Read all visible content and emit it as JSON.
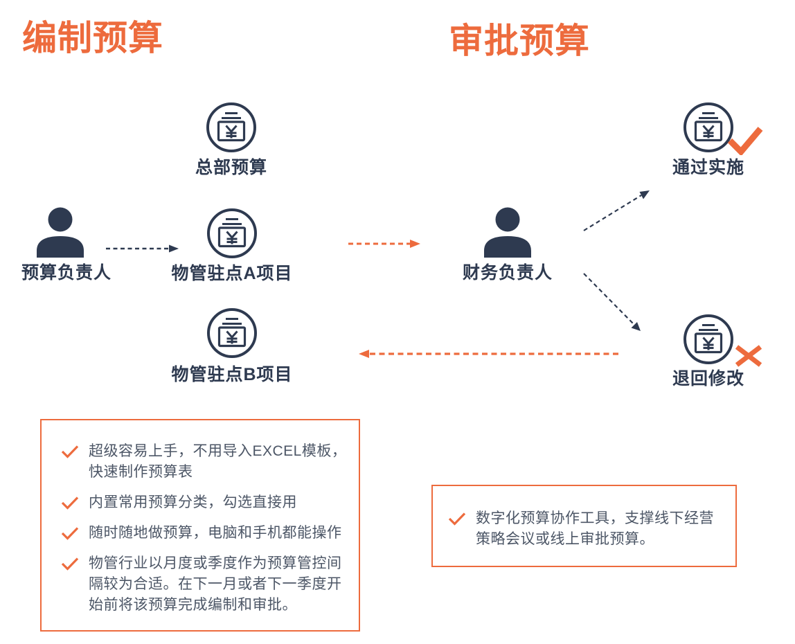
{
  "colors": {
    "orange": "#ED6B3D",
    "navy": "#2E3A50",
    "note_text": "#4C5666",
    "background": "#FFFFFF"
  },
  "titles": {
    "prepare": "编制预算",
    "approve": "审批预算"
  },
  "nodes": {
    "budget_owner": {
      "label": "预算负责人"
    },
    "hq_budget": {
      "label": "总部预算"
    },
    "site_a": {
      "label": "物管驻点A项目"
    },
    "site_b": {
      "label": "物管驻点B项目"
    },
    "finance_owner": {
      "label": "财务负责人"
    },
    "pass": {
      "label": "通过实施"
    },
    "reject": {
      "label": "退回修改"
    }
  },
  "notes": {
    "left": {
      "items": [
        "超级容易上手，不用导入EXCEL模板，快速制作预算表",
        "内置常用预算分类，勾选直接用",
        "随时随地做预算，电脑和手机都能操作",
        "物管行业以月度或季度作为预算管控间隔较为合适。在下一月或者下一季度开始前将该预算完成编制和审批。"
      ]
    },
    "right": {
      "items": [
        "数字化预算协作工具，支撑线下经营策略会议或线上审批预算。"
      ]
    }
  }
}
